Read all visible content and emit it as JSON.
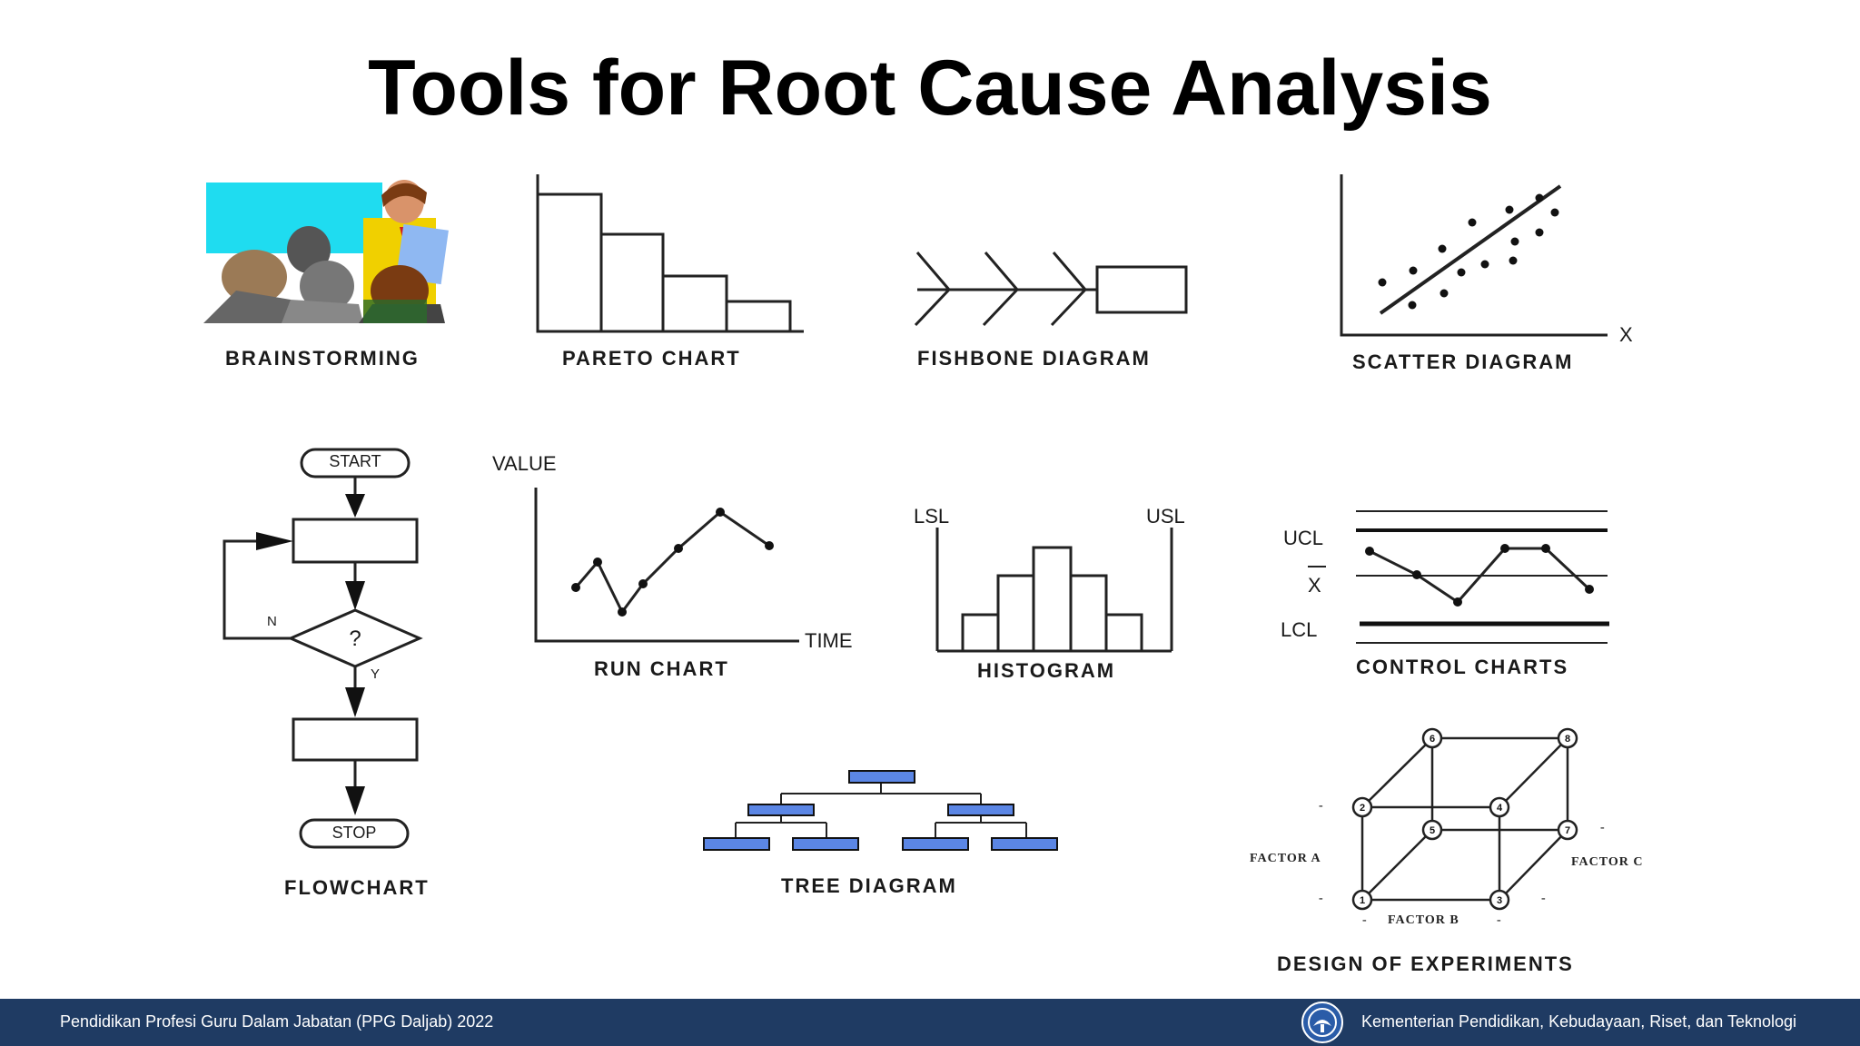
{
  "title": "Tools for Root Cause Analysis",
  "tools": {
    "brainstorming": "BRAINSTORMING",
    "pareto": "PARETO CHART",
    "fishbone": "FISHBONE DIAGRAM",
    "scatter": "SCATTER DIAGRAM",
    "flowchart": "FLOWCHART",
    "run_chart": "RUN CHART",
    "histogram": "HISTOGRAM",
    "control_charts": "CONTROL CHARTS",
    "tree": "TREE DIAGRAM",
    "doe": "DESIGN OF EXPERIMENTS"
  },
  "scatter": {
    "x_axis": "X"
  },
  "flowchart": {
    "start": "START",
    "decision": "?",
    "no": "N",
    "yes": "Y",
    "stop": "STOP"
  },
  "run_chart": {
    "y_axis": "VALUE",
    "x_axis": "TIME"
  },
  "histogram": {
    "lsl": "LSL",
    "usl": "USL"
  },
  "control": {
    "ucl": "UCL",
    "mean": "X",
    "lcl": "LCL"
  },
  "doe": {
    "factor_a": "FACTOR A",
    "factor_b": "FACTOR B",
    "factor_c": "FACTOR C",
    "minus": "-",
    "nodes": [
      "1",
      "2",
      "3",
      "4",
      "5",
      "6",
      "7",
      "8"
    ]
  },
  "colors": {
    "tree_box": "#5b86e5",
    "footer": "#1f3b63",
    "sky": "#1fdcf0"
  },
  "footer": {
    "left": "Pendidikan Profesi Guru Dalam Jabatan (PPG Daljab) 2022",
    "right": "Kementerian Pendidikan, Kebudayaan, Riset, dan Teknologi"
  }
}
